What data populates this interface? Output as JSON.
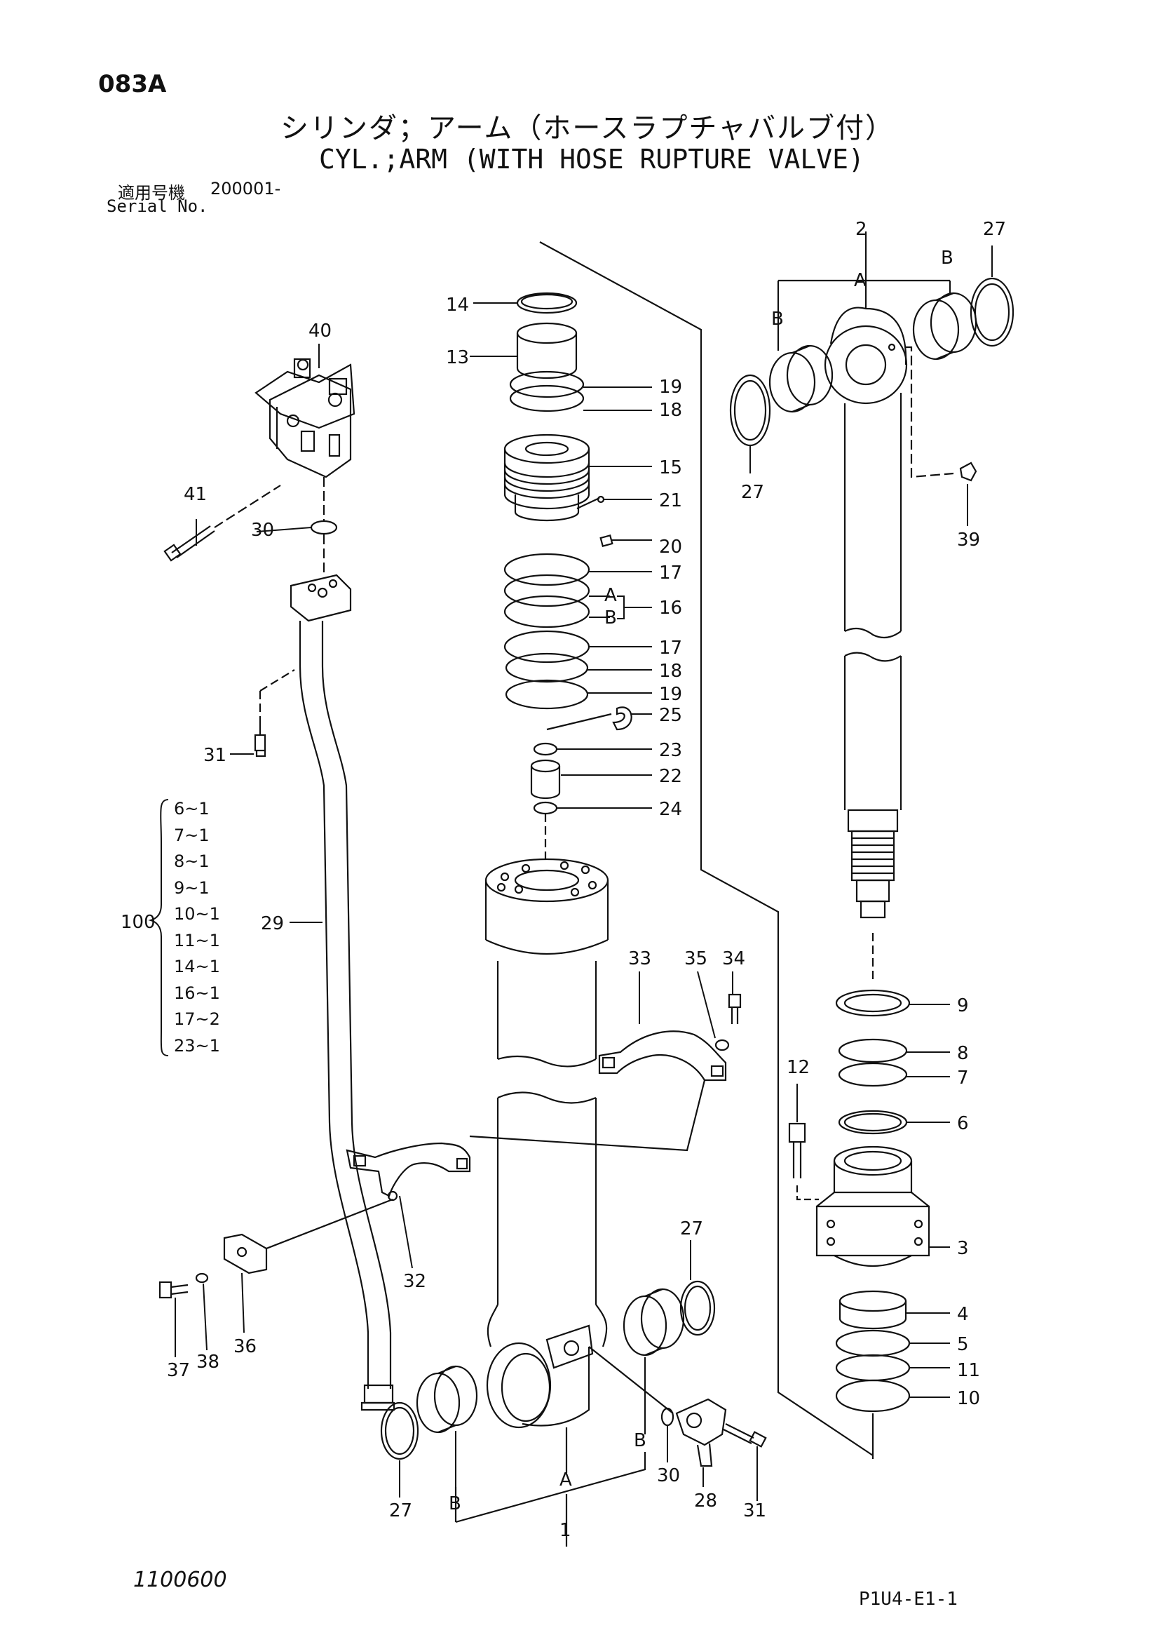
{
  "page_code": "083A",
  "title_jp": "シリンダ；アーム（ホースラプチャバルブ付）",
  "title_en": "CYL.;ARM (WITH HOSE RUPTURE VALVE)",
  "serial": {
    "label_jp": "適用号機",
    "value": "200001-",
    "label_en": "Serial No."
  },
  "kit": {
    "id": "100",
    "items": [
      "6~1",
      "7~1",
      "8~1",
      "9~1",
      "10~1",
      "11~1",
      "14~1",
      "16~1",
      "17~2",
      "23~1"
    ]
  },
  "part_labels": {
    "p1": "1",
    "p2": "2",
    "p3": "3",
    "p4": "4",
    "p5": "5",
    "p6": "6",
    "p7": "7",
    "p8": "8",
    "p9": "9",
    "p10": "10",
    "p11": "11",
    "p12": "12",
    "p13": "13",
    "p14": "14",
    "p15": "15",
    "p16": "16",
    "p17a": "17",
    "p17b": "17",
    "p18a": "18",
    "p18b": "18",
    "p19a": "19",
    "p19b": "19",
    "p20": "20",
    "p21": "21",
    "p22": "22",
    "p23": "23",
    "p24": "24",
    "p25": "25",
    "p27a": "27",
    "p27b": "27",
    "p27c": "27",
    "p27d": "27",
    "p28": "28",
    "p29": "29",
    "p30a": "30",
    "p30b": "30",
    "p31a": "31",
    "p31b": "31",
    "p32": "32",
    "p33": "33",
    "p34": "34",
    "p35": "35",
    "p36": "36",
    "p37": "37",
    "p38": "38",
    "p39": "39",
    "p40": "40",
    "p41": "41",
    "A1": "A",
    "A2": "A",
    "A3": "A",
    "B1": "B",
    "B2": "B",
    "B3": "B",
    "B4": "B",
    "B5": "B"
  },
  "drawing_no": "1100600",
  "sheet_code": "P1U4-E1-1"
}
